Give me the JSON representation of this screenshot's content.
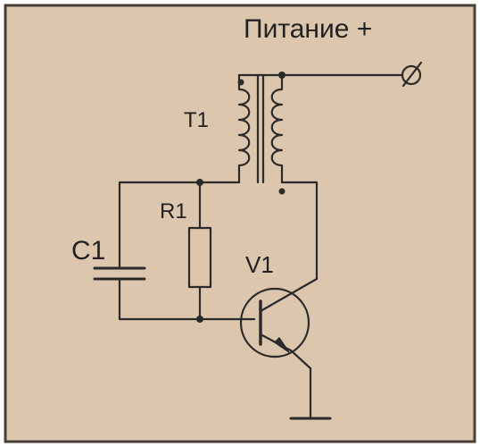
{
  "diagram": {
    "title": "Питание +",
    "labels": {
      "transformer": "T1",
      "resistor": "R1",
      "capacitor": "C1",
      "transistor": "V1"
    }
  },
  "colors": {
    "background": "#DCC6AD",
    "frame": "#4A3F35",
    "wire": "#2B2B2B",
    "text": "#222222"
  },
  "icons": {
    "power_terminal": "circle-slash-terminal-icon",
    "ground": "ground-icon",
    "transistor": "npn-transistor-icon"
  }
}
